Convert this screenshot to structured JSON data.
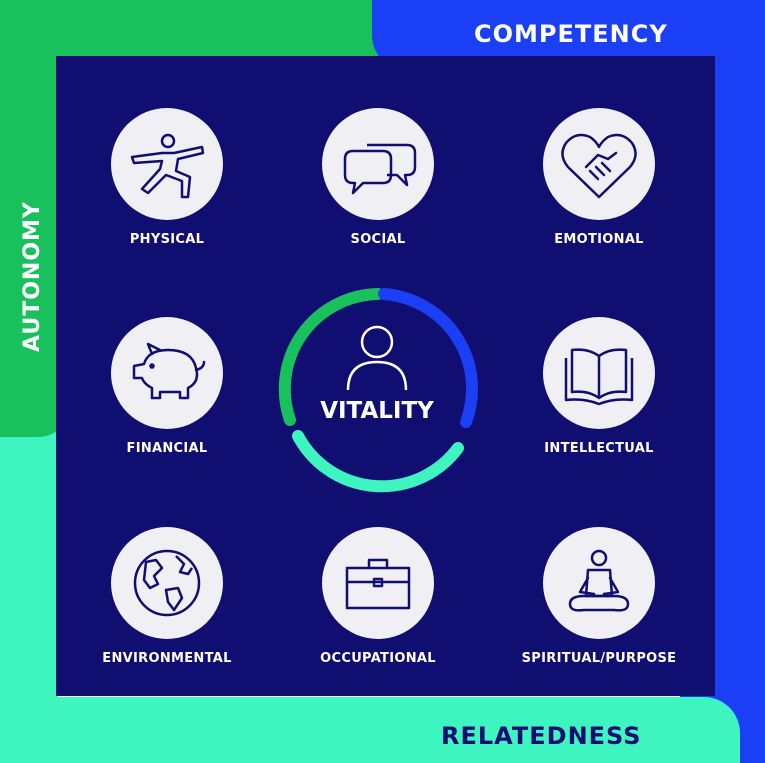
{
  "corners": {
    "competency": "COMPETENCY",
    "autonomy": "AUTONOMY",
    "relatedness": "RELATEDNESS"
  },
  "center": {
    "label": "VITALITY",
    "icon": "person-icon"
  },
  "dimensions": [
    {
      "label": "PHYSICAL",
      "icon": "yoga-pose-icon"
    },
    {
      "label": "SOCIAL",
      "icon": "speech-bubbles-icon"
    },
    {
      "label": "EMOTIONAL",
      "icon": "heart-handshake-icon"
    },
    {
      "label": "FINANCIAL",
      "icon": "piggy-bank-icon"
    },
    {
      "label": "INTELLECTUAL",
      "icon": "open-book-icon"
    },
    {
      "label": "ENVIRONMENTAL",
      "icon": "globe-icon"
    },
    {
      "label": "OCCUPATIONAL",
      "icon": "briefcase-icon"
    },
    {
      "label": "SPIRITUAL/PURPOSE",
      "icon": "meditation-icon"
    }
  ],
  "colors": {
    "panel": "#110e72",
    "green": "#19c15d",
    "blue": "#1b3ff5",
    "mint": "#3ef5c0"
  }
}
